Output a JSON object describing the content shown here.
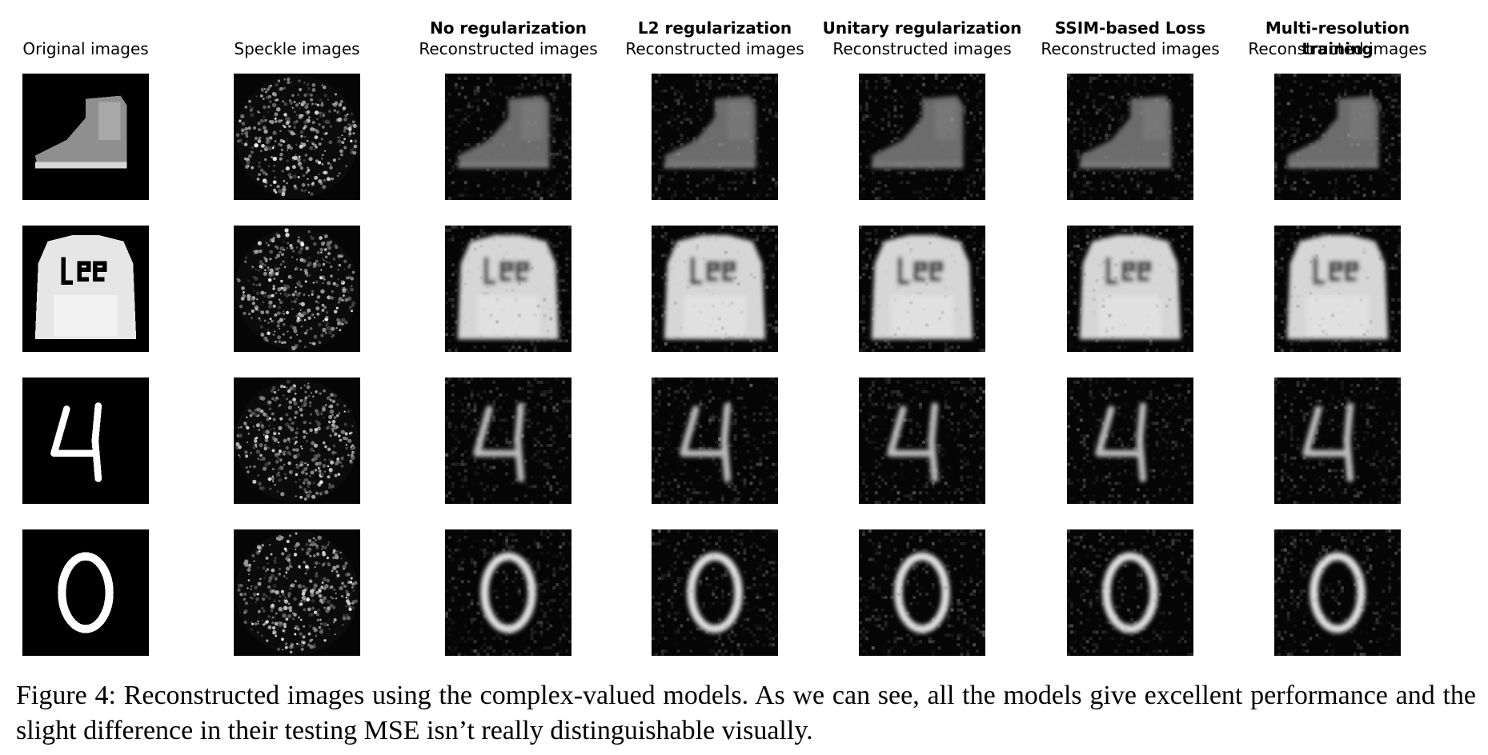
{
  "figure": {
    "columns": [
      {
        "title": "",
        "subtitle": "Original images"
      },
      {
        "title": "",
        "subtitle": "Speckle images"
      },
      {
        "title": "No regularization",
        "subtitle": "Reconstructed images"
      },
      {
        "title": "L2 regularization",
        "subtitle": "Reconstructed images"
      },
      {
        "title": "Unitary regularization",
        "subtitle": "Reconstructed images"
      },
      {
        "title": "SSIM-based Loss",
        "subtitle": "Reconstructed images"
      },
      {
        "title": "Multi-resolution training",
        "subtitle": "Reconstructed images"
      }
    ],
    "rows": [
      "boot",
      "shirt",
      "digit-4",
      "digit-0"
    ],
    "caption": "Figure 4: Reconstructed images using the complex-valued models.  As we can see, all the models give excellent performance and the slight difference in their testing MSE isn’t really distinguishable visually."
  }
}
